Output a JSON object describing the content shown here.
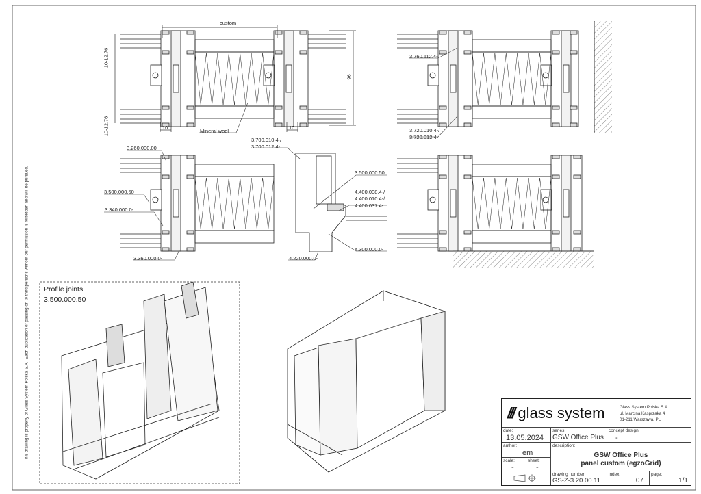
{
  "copyright_notice": "This drawing is property of Glass System Polska S.A.. Each duplication or passing on to third persons without our permission is forbidden and will be pursued.",
  "dimensions": {
    "width_label": "custom",
    "height_label": "96",
    "glass_thickness_top": "10-12.76",
    "glass_thickness_bottom": "10-12.76",
    "offset_left": "10",
    "offset_right": "10"
  },
  "labels": {
    "mineral_wool": "Mineral wool",
    "p_3760": "3.760.112.4-",
    "p_3720a": "3.720.010.4-/",
    "p_3720b": "3.720.012.4-",
    "p_3260": "3.260.000.00",
    "p_3700a": "3.700.010.4-/",
    "p_3700b": "3.700.012.4-",
    "p_3500_right": "3.500.000.50",
    "p_3500_left": "3.500.000.50",
    "p_4400a": "4.400.008.4-/",
    "p_4400b": "4.400.010.4-/",
    "p_4400c": "4.400.037.4-",
    "p_3340": "3.340.000.0-",
    "p_4300": "4.300.000.0-",
    "p_3360": "3.360.000.0-",
    "p_4220": "4.220.000.0-"
  },
  "detail": {
    "title": "Profile joints",
    "code": "3.500.000.50"
  },
  "title_block": {
    "logo_text": "glass system",
    "company": [
      "Glass System Polska S.A.",
      "ul. Marcina Kasprzaka 4",
      "01-211 Warszawa, PL"
    ],
    "date_caption": "date:",
    "date": "13.05.2024",
    "series_caption": "series:",
    "series": "GSW Office Plus",
    "concept_caption": "concept design:",
    "concept": "-",
    "author_caption": "author:",
    "author": "em",
    "description_caption": "description:",
    "description_line1": "GSW Office Plus",
    "description_line2": "panel custom (egzoGrid)",
    "scale_caption": "scale:",
    "scale": "-",
    "sheet_caption": "sheet:",
    "sheet": "-",
    "drawing_number_caption": "drawing number:",
    "drawing_number": "GS-Z-3.20.00.11",
    "index_caption": "index:",
    "index": "07",
    "page_caption": "page:",
    "page": "1/1"
  }
}
